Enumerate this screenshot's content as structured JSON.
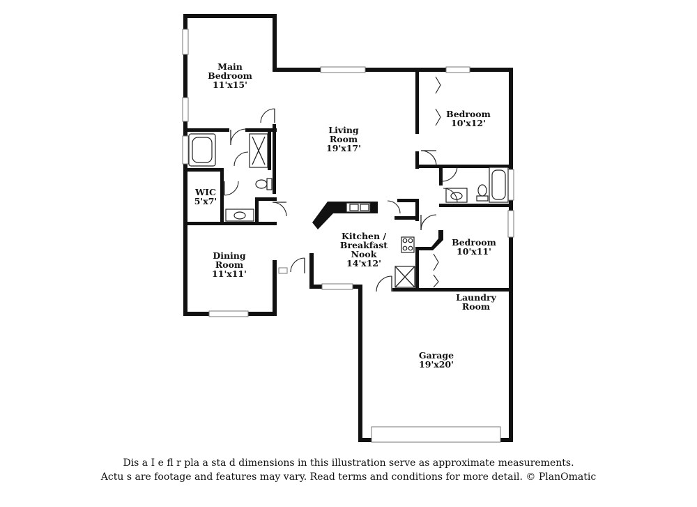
{
  "rooms": {
    "main_bedroom": {
      "name_1": "Main",
      "name_2": "Bedroom",
      "size": "11'x15'"
    },
    "living_room": {
      "name_1": "Living",
      "name_2": "Room",
      "size": "19'x17'"
    },
    "bedroom_1": {
      "name": "Bedroom",
      "size": "10'x12'"
    },
    "wic": {
      "name": "WIC",
      "size": "5'x7'"
    },
    "kitchen": {
      "name_1": "Kitchen /",
      "name_2": "Breakfast",
      "name_3": "Nook",
      "size": "14'x12'"
    },
    "bedroom_2": {
      "name": "Bedroom",
      "size": "10'x11'"
    },
    "dining_room": {
      "name_1": "Dining",
      "name_2": "Room",
      "size": "11'x11'"
    },
    "laundry_room": {
      "name_1": "Laundry",
      "name_2": "Room"
    },
    "garage": {
      "name": "Garage",
      "size": "19'x20'"
    }
  },
  "disclaimer": {
    "line_1": "Dis  a    I e fl   r pla  a  sta   d dimensions in this illustration serve as approximate measurements.",
    "line_2": "Actu   s  are footage and features may vary. Read terms and conditions for more detail. © PlanOmatic"
  }
}
